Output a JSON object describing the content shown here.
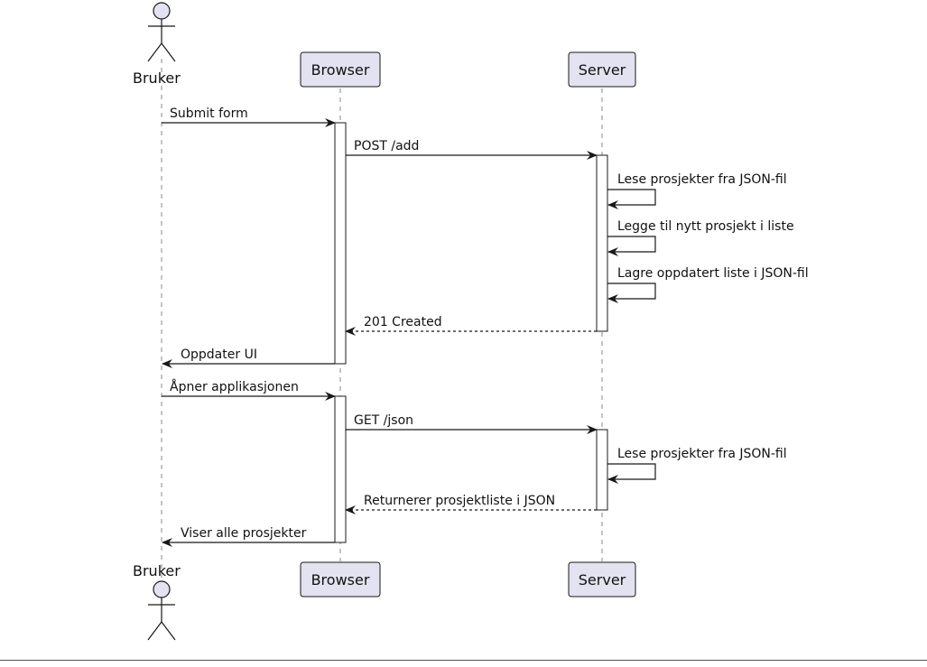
{
  "diagram": {
    "type": "sequence",
    "participants": [
      {
        "id": "bruker",
        "label": "Bruker",
        "kind": "actor"
      },
      {
        "id": "browser",
        "label": "Browser",
        "kind": "participant"
      },
      {
        "id": "server",
        "label": "Server",
        "kind": "participant"
      }
    ],
    "messages": [
      {
        "from": "bruker",
        "to": "browser",
        "label": "Submit form",
        "style": "solid"
      },
      {
        "from": "browser",
        "to": "server",
        "label": "POST /add",
        "style": "solid"
      },
      {
        "from": "server",
        "to": "server",
        "label": "Lese prosjekter fra JSON-fil",
        "style": "solid"
      },
      {
        "from": "server",
        "to": "server",
        "label": "Legge til nytt prosjekt i liste",
        "style": "solid"
      },
      {
        "from": "server",
        "to": "server",
        "label": "Lagre oppdatert liste i JSON-fil",
        "style": "solid"
      },
      {
        "from": "server",
        "to": "browser",
        "label": "201 Created",
        "style": "dashed"
      },
      {
        "from": "browser",
        "to": "bruker",
        "label": "Oppdater UI",
        "style": "solid"
      },
      {
        "from": "bruker",
        "to": "browser",
        "label": "Åpner applikasjonen",
        "style": "solid"
      },
      {
        "from": "browser",
        "to": "server",
        "label": "GET /json",
        "style": "solid"
      },
      {
        "from": "server",
        "to": "server",
        "label": "Lese prosjekter fra JSON-fil",
        "style": "solid"
      },
      {
        "from": "server",
        "to": "browser",
        "label": "Returnerer prosjektliste i JSON",
        "style": "dashed"
      },
      {
        "from": "browser",
        "to": "bruker",
        "label": "Viser alle prosjekter",
        "style": "solid"
      }
    ],
    "colors": {
      "participant_fill": "#e2e2f0",
      "participant_border": "#181818",
      "line": "#181818",
      "lifeline": "#888888",
      "activation_fill": "#ffffff"
    }
  }
}
